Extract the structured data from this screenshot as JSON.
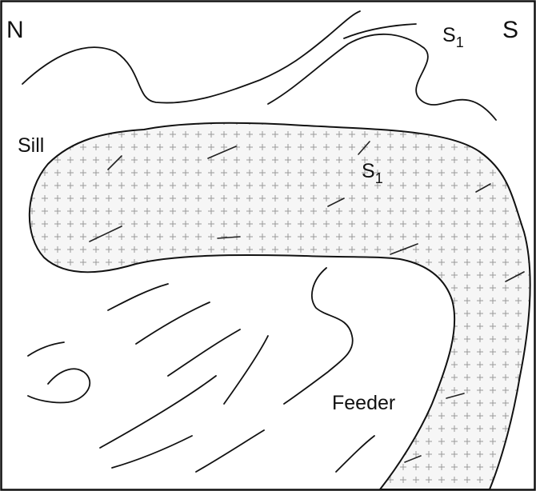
{
  "labels": {
    "north": "N",
    "south": "S",
    "foliation_top": {
      "base": "S",
      "subscript": "1"
    },
    "foliation_sill": {
      "base": "S",
      "subscript": "1"
    },
    "sill": "Sill",
    "feeder": "Feeder"
  },
  "colors": {
    "ink": "#111111",
    "intrusion_fill": "#f4f4f4",
    "pattern_cross": "#9a9a9a"
  },
  "pattern": "small plus-sign cross pattern filling the sill and feeder intrusion"
}
